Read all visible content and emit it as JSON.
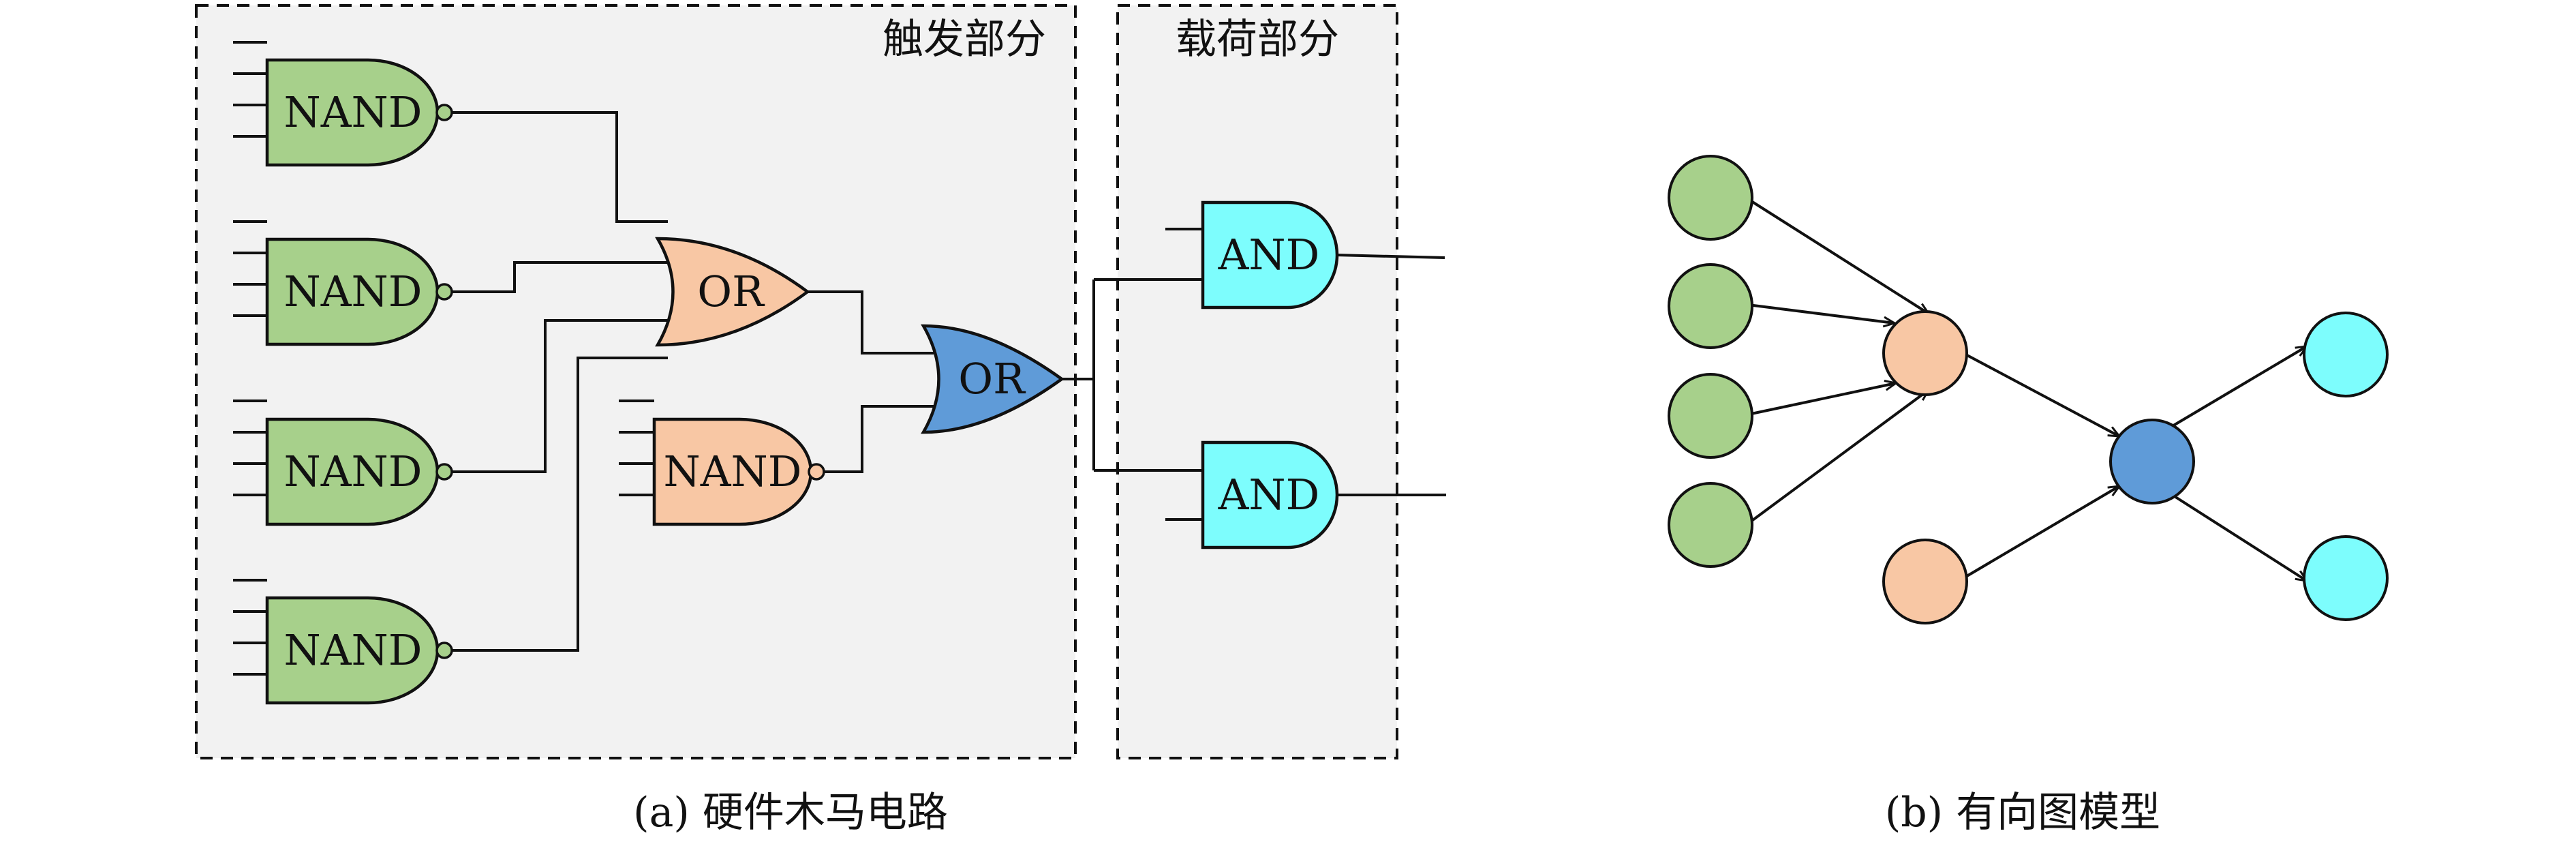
{
  "colors": {
    "green": "#a7d08b",
    "peach": "#f8c7a4",
    "blue": "#5f9bd8",
    "cyan": "#7dfdfd",
    "panel": "#f2f2f2"
  },
  "panel_a": {
    "trigger_title": "触发部分",
    "payload_title": "载荷部分",
    "caption": "(a) 硬件木马电路",
    "gates": {
      "nand_1": "NAND",
      "nand_2": "NAND",
      "nand_3": "NAND",
      "nand_4": "NAND",
      "nand_5": "NAND",
      "or_1": "OR",
      "or_2": "OR",
      "and_1": "AND",
      "and_2": "AND"
    }
  },
  "panel_b": {
    "caption": "(b) 有向图模型"
  }
}
